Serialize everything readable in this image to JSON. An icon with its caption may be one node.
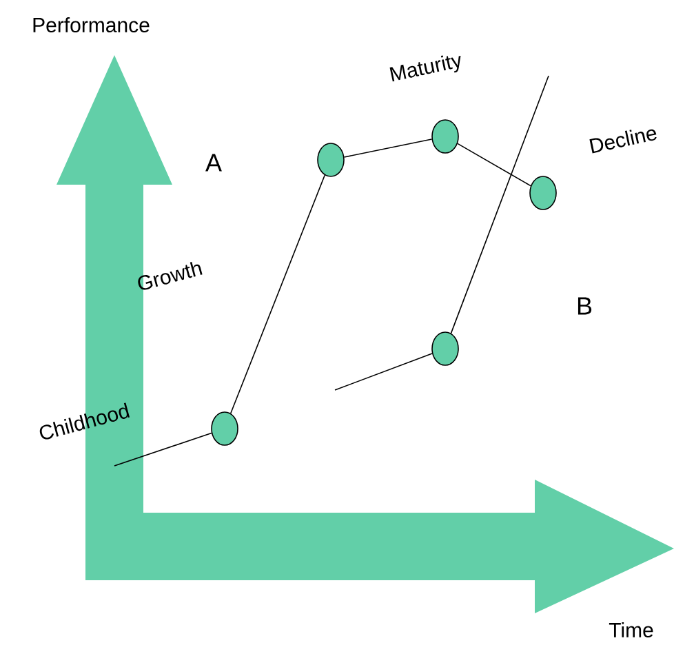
{
  "diagram": {
    "nodes": [
      {
        "text": [],
        "shape": "circle"
      },
      {
        "text": [],
        "shape": "circle"
      },
      {
        "text": [],
        "shape": "circle"
      },
      {
        "text": [],
        "shape": "circle"
      },
      {
        "text": [],
        "shape": "circle"
      }
    ],
    "edges": [
      {
        "from": null,
        "to": 0,
        "arrow": "none"
      },
      {
        "from": 0,
        "to": 1,
        "arrow": "none"
      },
      {
        "from": 1,
        "to": 2,
        "arrow": "none"
      },
      {
        "from": 2,
        "to": 4,
        "arrow": "none"
      },
      {
        "from": null,
        "to": 3,
        "arrow": "none"
      },
      {
        "from": 3,
        "to": null,
        "arrow": "none"
      }
    ],
    "labels": [
      "Performance",
      "Maturity",
      "A",
      "Decline",
      "Growth",
      "B",
      "Childhood",
      "Time"
    ]
  }
}
